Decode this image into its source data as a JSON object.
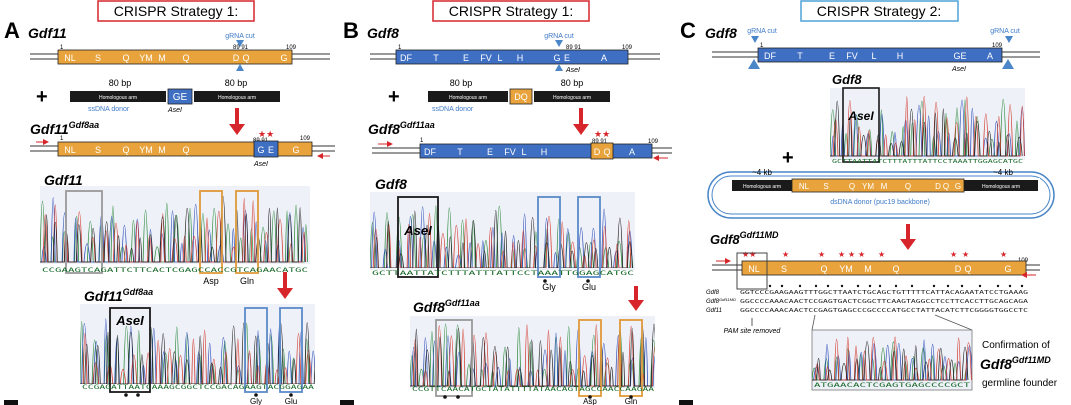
{
  "panels": {
    "A": {
      "letter": "A",
      "strategy": "CRISPR Strategy 1:",
      "gene": "Gdf11",
      "grna": "gRNA cut",
      "pos_start": "1",
      "pos_mid": "89 91",
      "pos_end": "109",
      "residues": [
        "NL",
        "S",
        "Q",
        "YM",
        "M",
        "Q",
        "D",
        "Q",
        "G"
      ],
      "plus": "+",
      "bp_left": "80 bp",
      "bp_right": "80 bp",
      "arm": "Homologous arm",
      "insert": "GE",
      "donor": "ssDNA donor",
      "asei": "AseI",
      "result_gene": "Gdf11",
      "result_sup": "Gdf8aa",
      "result_residues": [
        "NL",
        "S",
        "Q",
        "YM",
        "M",
        "Q",
        "G",
        "E",
        "G"
      ],
      "stars": "★★",
      "chrom1_title": "Gdf11",
      "chrom1_labels": [
        "Asp",
        "Gln"
      ],
      "chrom2_gene": "Gdf11",
      "chrom2_sup": "Gdf8aa",
      "chrom2_box": "AseI",
      "chrom2_labels": [
        "Gly",
        "Glu"
      ]
    },
    "B": {
      "letter": "B",
      "strategy": "CRISPR Strategy 1:",
      "gene": "Gdf8",
      "grna": "gRNA cut",
      "pos_start": "1",
      "pos_mid": "89 91",
      "pos_end": "109",
      "residues": [
        "DF",
        "T",
        "E",
        "FV",
        "L",
        "H",
        "G",
        "E",
        "A"
      ],
      "asei": "AseI",
      "plus": "+",
      "bp_left": "80 bp",
      "bp_right": "80 bp",
      "arm": "Homologous arm",
      "insert": "DQ",
      "donor": "ssDNA donor",
      "result_gene": "Gdf8",
      "result_sup": "Gdf11aa",
      "result_residues": [
        "DF",
        "T",
        "E",
        "FV",
        "L",
        "H",
        "D",
        "Q",
        "A"
      ],
      "stars": "★★",
      "chrom1_title": "Gdf8",
      "chrom1_box": "AseI",
      "chrom1_labels": [
        "Gly",
        "Glu"
      ],
      "chrom2_gene": "Gdf8",
      "chrom2_sup": "Gdf11aa",
      "chrom2_labels": [
        "Asp",
        "Gln"
      ]
    },
    "C": {
      "letter": "C",
      "strategy": "CRISPR Strategy 2:",
      "gene": "Gdf8",
      "grna_left": "gRNA cut",
      "grna_right": "gRNA cut",
      "pos_start": "1",
      "pos_end": "109",
      "residues": [
        "DF",
        "T",
        "E",
        "FV",
        "L",
        "H",
        "GE",
        "A"
      ],
      "asei": "AseI",
      "chrom_title": "Gdf8",
      "chrom_box": "AseI",
      "plus": "+",
      "kb_left": "~4 kb",
      "kb_right": "~4 kb",
      "arm": "Homologous arm",
      "donor_residues": [
        "NL",
        "S",
        "Q",
        "YM",
        "M",
        "Q",
        "D",
        "Q",
        "G"
      ],
      "donor": "dsDNA donor (puc19 backbone)",
      "result_gene": "Gdf8",
      "result_sup": "Gdf11MD",
      "result_residues": [
        "NL",
        "S",
        "Q",
        "YM",
        "M",
        "Q",
        "D",
        "Q",
        "G"
      ],
      "result_end": "109",
      "align_labels": [
        "Gdf8",
        "Gdf8",
        "Gdf11"
      ],
      "align_sup": "Gdf11MD",
      "align_seq": [
        "GGTCCCGAAGAAGTTTGGCTTAATCTGCAGCTGTTTTTCATTACAGAATATCCTGAAAG",
        "GGCCCCAAACAACTCCGAGTGACTCGGCTTCAAGTAGGCCTCCTTCACCTTGCAGCAGA",
        "GGCCCCAAACAACTCCGAGTGAGCCCGCCCCATGCCTATTACATCTTCGGGGTGGCCTC"
      ],
      "pam": "PAM site removed",
      "confirm_line1": "Confirmation of",
      "confirm_gene": "Gdf8",
      "confirm_sup": "Gdf11MD",
      "confirm_line3": "germline founder",
      "chrom_bottom_seq": "ATGAACACTCGAGTGAGCCCCGCT"
    }
  },
  "colors": {
    "gdf11": "#E8A33D",
    "gdf8": "#3E6FC2",
    "red": "#D7262B",
    "tri": "#4A86C8",
    "donor_text": "#3E7AC7",
    "orange_box": "#E09A3A",
    "blue_box": "#5B8AC9",
    "gray_box": "#9A9A9A"
  },
  "bases": {
    "A_top": "CCGAAGTCAGATTCTTCACTCGAGCCACCGTCAGAACATGC",
    "A_bottom": "CCGAGATTAATCAAAGCGGCTCCGACAGAAGTACGGAGAA",
    "B_top": "GCTTAATTATCTTTATTTATTCCTAAATTGGAGCATGC",
    "B_bottom": "CCGTTCAACATGCTATATTTTATAACAGTAGCCAACCAAGAA"
  }
}
